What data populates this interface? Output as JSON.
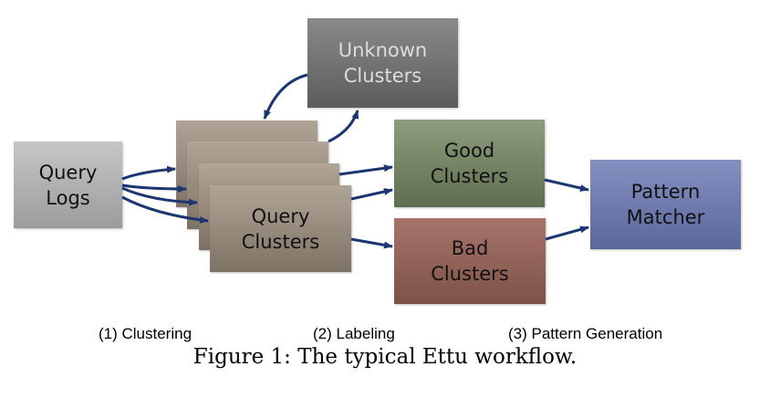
{
  "nodes": {
    "query_logs": "Query\nLogs",
    "query_clusters": "Query\nClusters",
    "unknown_clusters": "Unknown\nClusters",
    "good_clusters": "Good\nClusters",
    "bad_clusters": "Bad\nClusters",
    "pattern_matcher": "Pattern\nMatcher"
  },
  "stages": [
    "(1) Clustering",
    "(2) Labeling",
    "(3) Pattern Generation"
  ],
  "caption": "Figure 1: The typical Ettu workflow.",
  "colors": {
    "arrow": "#1b3670"
  }
}
